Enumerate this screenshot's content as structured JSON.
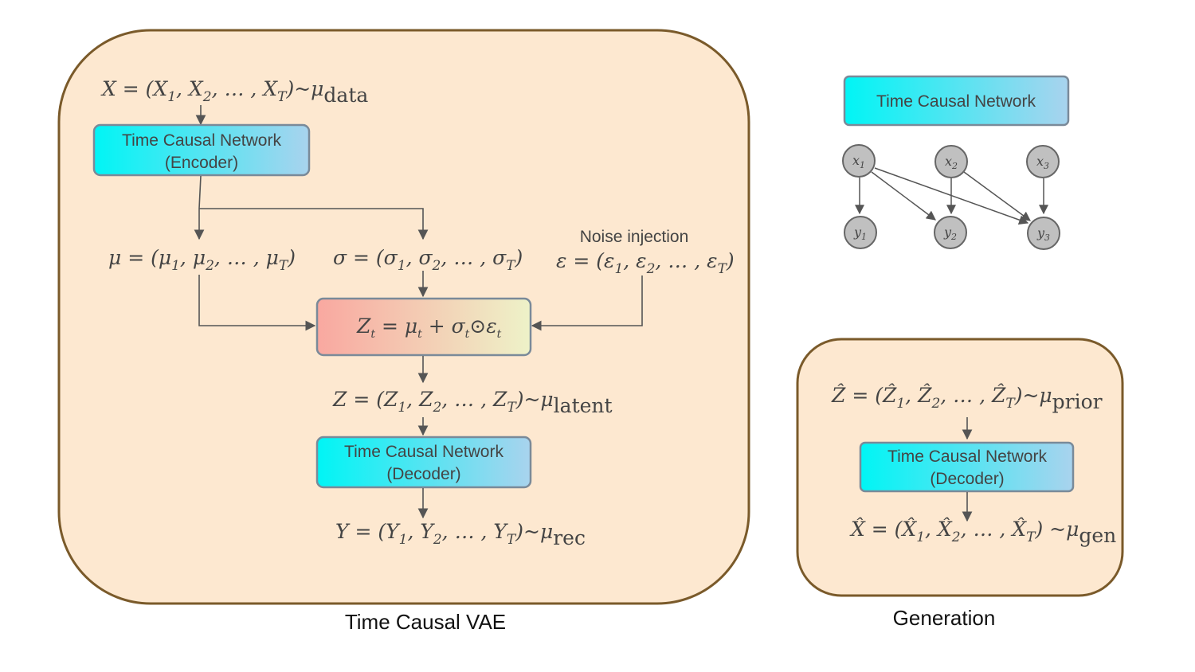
{
  "left_panel": {
    "caption": "Time Causal VAE",
    "input_eq": {
      "main": "X = (X",
      "s1": "1",
      "m2": ", X",
      "s2": "2",
      "m3": ", … , X",
      "sT": "T",
      "m4": ")~μ",
      "sub": "data"
    },
    "encoder": {
      "line1": "Time Causal Network",
      "line2": "(Encoder)"
    },
    "mu_eq": {
      "a": "μ = (μ",
      "s1": "1",
      "b": ", μ",
      "s2": "2",
      "c": ", … , μ",
      "sT": "T",
      "d": ")"
    },
    "sigma_eq": {
      "a": "σ = (σ",
      "s1": "1",
      "b": ", σ",
      "s2": "2",
      "c": ", … , σ",
      "sT": "T",
      "d": ")"
    },
    "noise_label": "Noise injection",
    "eps_eq": {
      "a": "ε = (ε",
      "s1": "1",
      "b": ", ε",
      "s2": "2",
      "c": ", … , ε",
      "sT": "T",
      "d": ")"
    },
    "reparam": {
      "a": "Z",
      "sa": "t",
      "b": " = μ",
      "sb": "t",
      "c": " + σ",
      "sc": "t",
      "d": "⊙ε",
      "sd": "t"
    },
    "latent_eq": {
      "a": "Z = (Z",
      "s1": "1",
      "b": ", Z",
      "s2": "2",
      "c": ", … , Z",
      "sT": "T",
      "d": ")~μ",
      "sub": "latent"
    },
    "decoder": {
      "line1": "Time Causal Network",
      "line2": "(Decoder)"
    },
    "rec_eq": {
      "a": "Y = (Y",
      "s1": "1",
      "b": ", Y",
      "s2": "2",
      "c": ", … , Y",
      "sT": "T",
      "d": ")~μ",
      "sub": "rec"
    }
  },
  "top_right": {
    "title": "Time Causal Network",
    "nodes_top": [
      {
        "base": "x",
        "sub": "1"
      },
      {
        "base": "x",
        "sub": "2"
      },
      {
        "base": "x",
        "sub": "3"
      }
    ],
    "nodes_bottom": [
      {
        "base": "y",
        "sub": "1"
      },
      {
        "base": "y",
        "sub": "2"
      },
      {
        "base": "y",
        "sub": "3"
      }
    ]
  },
  "right_panel": {
    "caption": "Generation",
    "prior_eq": {
      "a": "Ẑ = (Ẑ",
      "s1": "1",
      "b": ", Ẑ",
      "s2": "2",
      "c": ", … , Ẑ",
      "sT": "T",
      "d": ")~μ",
      "sub": "prior"
    },
    "decoder": {
      "line1": "Time Causal Network",
      "line2": "(Decoder)"
    },
    "gen_eq": {
      "a": "X̂ = (X̂",
      "s1": "1",
      "b": ", X̂",
      "s2": "2",
      "c": ", … , X̂",
      "sT": "T",
      "d": ") ~μ",
      "sub": "gen"
    }
  },
  "colors": {
    "panel_fill": "#fde8d0",
    "panel_stroke": "#7a5a2a",
    "box_cyan": "#00f5f5",
    "box_blue": "#a9d3ee",
    "reparam_left": "#f9a8a0",
    "reparam_right": "#eef2c8",
    "node_fill": "#c0c0c0",
    "arrow": "#555555"
  }
}
